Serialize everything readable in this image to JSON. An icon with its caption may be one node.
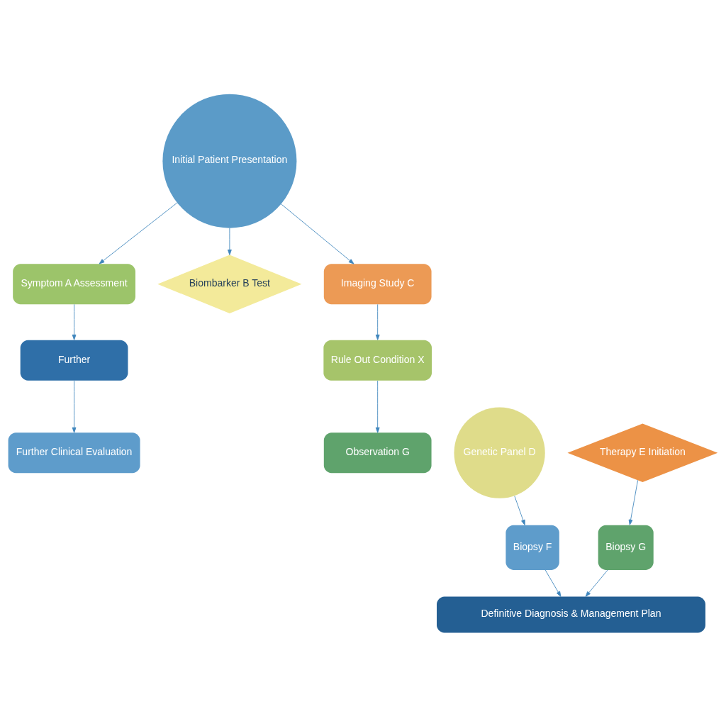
{
  "diagram": {
    "nodes": [
      {
        "text": [
          "Initial Patient Presentation"
        ]
      },
      {
        "text": [
          "Symptom A Assessment"
        ]
      },
      {
        "text": [
          "Biombarker B Test"
        ]
      },
      {
        "text": [
          "Imaging Study C"
        ]
      },
      {
        "text": [
          "Further"
        ]
      },
      {
        "text": [
          "Rule Out Condition X"
        ]
      },
      {
        "text": [
          "Further Clinical Evaluation"
        ]
      },
      {
        "text": [
          "Genetic Panel D"
        ]
      },
      {
        "text": [
          "Therapy E Initiation"
        ]
      },
      {
        "text": [
          "Observation G"
        ]
      },
      {
        "text": [
          "Biopsy F"
        ]
      },
      {
        "text": [
          "Biopsy G"
        ]
      },
      {
        "text": [
          "Definitive Diagnosis & Management Plan"
        ]
      }
    ],
    "edges": [
      {
        "from": 0,
        "to": 1,
        "arrow": "to"
      },
      {
        "from": 0,
        "to": 2,
        "arrow": "to"
      },
      {
        "from": 0,
        "to": 3,
        "arrow": "to"
      },
      {
        "from": 1,
        "to": 4,
        "arrow": "to"
      },
      {
        "from": 4,
        "to": 6,
        "arrow": "to"
      },
      {
        "from": 3,
        "to": 5,
        "arrow": "to"
      },
      {
        "from": 5,
        "to": 9,
        "arrow": "to"
      },
      {
        "from": 7,
        "to": 10,
        "arrow": "to"
      },
      {
        "from": 8,
        "to": 11,
        "arrow": "to"
      },
      {
        "from": 10,
        "to": 12,
        "arrow": "to"
      },
      {
        "from": 11,
        "to": 12,
        "arrow": "to"
      }
    ]
  }
}
